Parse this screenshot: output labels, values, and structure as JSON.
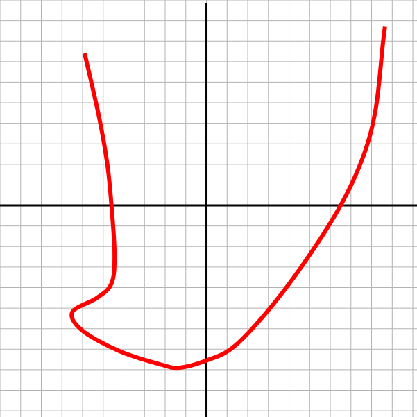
{
  "chart_data": {
    "type": "line",
    "title": "",
    "xlabel": "",
    "ylabel": "",
    "xlim": [
      -10,
      10.2
    ],
    "ylim": [
      -10.3,
      10
    ],
    "grid": true,
    "grid_step": 1,
    "axes_visible": true,
    "legend": "none",
    "series": [
      {
        "color": "#ff0000",
        "points": [
          [
            -5.9,
            7.4
          ],
          [
            -5.2,
            4.3
          ],
          [
            -4.8,
            2.0
          ],
          [
            -4.6,
            0.0
          ],
          [
            -4.45,
            -2.4
          ],
          [
            -4.6,
            -3.8
          ],
          [
            -5.3,
            -4.5
          ],
          [
            -6.5,
            -5.2
          ],
          [
            -6.0,
            -6.1
          ],
          [
            -4.2,
            -7.1
          ],
          [
            -2.2,
            -7.75
          ],
          [
            -1.3,
            -7.9
          ],
          [
            0.0,
            -7.55
          ],
          [
            1.3,
            -6.9
          ],
          [
            3.0,
            -5.1
          ],
          [
            4.8,
            -2.7
          ],
          [
            6.5,
            0.0
          ],
          [
            7.6,
            2.4
          ],
          [
            8.2,
            4.7
          ],
          [
            8.55,
            7.9
          ],
          [
            8.65,
            8.7
          ]
        ]
      }
    ]
  },
  "colors": {
    "background": "#ffffff",
    "grid": "#b3b3b3",
    "axes": "#000000",
    "curve": "#ff0000"
  }
}
